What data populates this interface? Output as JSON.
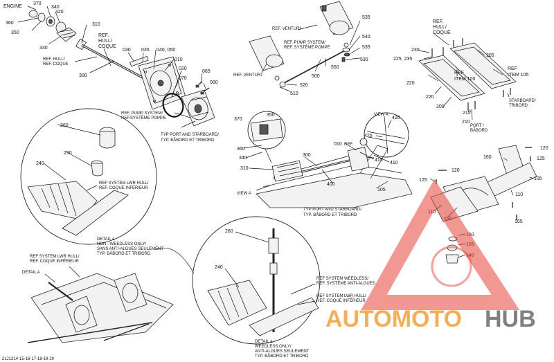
{
  "footer_code": "21J1214-15-16-17-18-19-20",
  "watermark": {
    "brand_a": "AUTOMOTO",
    "brand_b": "HUB",
    "color_a": "#f0a23b",
    "color_b": "#6b6b6b",
    "triangle_color": "#e8443a"
  },
  "labels": {
    "engine": "ENGINE",
    "n370a": "370",
    "n340a": "340",
    "n320a": "320",
    "n360a": "360",
    "n350a": "350",
    "n330": "330",
    "ref_hull_a1": "REF. HULL/",
    "ref_hull_a2": "REF. COQUE",
    "n310a": "310",
    "ref_hull_b1": "REF.",
    "ref_hull_b2": "HULL/",
    "ref_hull_b3": "COQUE",
    "n300a": "300",
    "n030": "030",
    "n035": "035",
    "n040_050": "040, 050",
    "n010a": "010",
    "n020": "020",
    "n070": "070",
    "n065": "065",
    "n060": "060",
    "ref_pump_a1": "REF. PUMP SYSTEM/",
    "ref_pump_a2": "REF.SYSTÈME POMPE",
    "typ_port_a1": "TYP PORT AND STARBOARD/",
    "typ_port_a2": "TYP. BÂBORD ET TRIBORD",
    "ref_venturi_a": "REF. VENTURI",
    "ref_venturi_b": "REF. VENTURI",
    "ref_pump_b1": "REF. PUMP SYSTEM/",
    "ref_pump_b2": "REF. SYSTÈME POMPE",
    "n535a": "535",
    "n540": "540",
    "n535b": "535",
    "n530": "530",
    "n550": "550",
    "n500": "500",
    "n520": "520",
    "n510": "510",
    "ref_hull_c1": "REF.",
    "ref_hull_c2": "HULL/",
    "ref_hull_c3": "COQUE",
    "n230": "230",
    "n225_235": "225, 235",
    "n205": "205",
    "ref_item100_1": "REF",
    "ref_item100_2": "ITEM 100",
    "ref_item105_1": "REF",
    "ref_item105_2": "ITEM 105",
    "n220a": "220",
    "n220b": "220",
    "n200": "200",
    "n215": "215",
    "n210": "210",
    "starboard1": "STARBOARD/",
    "starboard2": "TRIBORD",
    "port1": "PORT /",
    "port2": "BÂBORD",
    "n370b": "370",
    "n350b": "350",
    "view_a_1": "VIEW A",
    "n420": "420",
    "n425": "425",
    "n010b": "010",
    "n010c": "REF.",
    "n415": "415",
    "n410": "410",
    "n360b": "360",
    "n340b": "340",
    "n300b": "300",
    "n310b": "310",
    "view_a_2": "VIEW A",
    "n400": "400",
    "n105a": "105",
    "typ_port_b1": "TYP PORT AND STARBOARD/",
    "typ_port_b2": "TYP. BÂBORD ET TRIBORD",
    "n260a": "260",
    "n250": "250",
    "n240a": "240",
    "ref_lwr_a1": "REF SYSTEM LWR HULL/",
    "ref_lwr_a2": "REF. COQUE INFÉRIEUR",
    "detail_a1": "DETAIL a",
    "detail_a2": "NON - WEEDLESS ONLY/",
    "detail_a3": "SANS ANTI-ALGUES SEULEMENT",
    "detail_a4": "TYP. BÂBORD ET TRIBORD",
    "ref_lwr_b1": "REF SYSTEM LWR HULL/",
    "ref_lwr_b2": "REF. COQUE INFÉRIEUR",
    "detail_a_b": "DETAIL A",
    "n260b": "260",
    "n240b": "240",
    "ref_weed1": "REF SYSTEM WEEDLESS/",
    "ref_weed2": "REF. SYSTÈME ANTI-ALGUES",
    "ref_lwr_c1": "REF SYSTEM LWR HULL/",
    "ref_lwr_c2": "REF. COQUE INFÉRIEUR",
    "detail_b1": "DETAIL a",
    "detail_b2": "WEEDLESS ONLY/",
    "detail_b3": "ANTI-ALGUES SEULEMENT",
    "detail_b4": "TYP. BÂBORD ET TRIBORD",
    "n120a": "120",
    "n160": "160",
    "n125a": "125",
    "n120b": "120",
    "n105b": "105",
    "n125b": "125",
    "n110a": "110",
    "n110b": "110",
    "n100": "100",
    "n165": "165",
    "n150": "150",
    "n155": "155",
    "n140": "140"
  }
}
